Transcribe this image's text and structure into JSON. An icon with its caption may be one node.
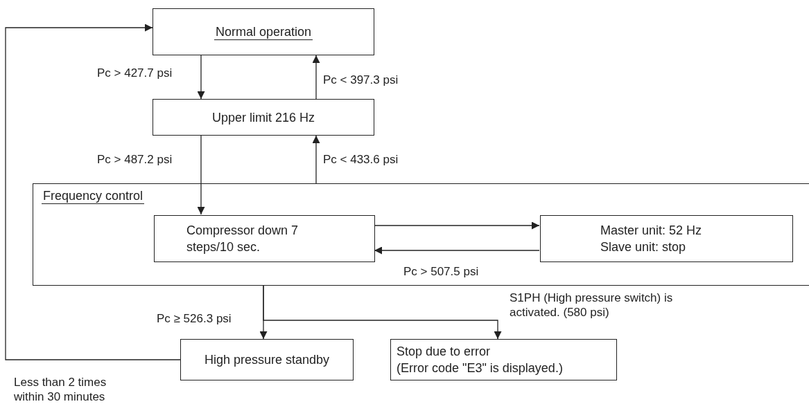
{
  "diagram": {
    "nodes": [
      {
        "text": [
          "Normal operation"
        ]
      },
      {
        "text": [
          "Upper limit 216 Hz"
        ]
      },
      {
        "text": [
          "Frequency control"
        ]
      },
      {
        "text": [
          "Compressor down 7 steps/10 sec."
        ],
        "in": 2
      },
      {
        "text": [
          "Master unit: 52 Hz",
          "Slave unit: stop"
        ],
        "in": 2
      },
      {
        "text": [
          "High pressure standby"
        ]
      },
      {
        "text": [
          "Stop due to error",
          "(Error code \"E3\" is displayed.)"
        ]
      }
    ],
    "edges": [
      {
        "from": 0,
        "to": 1,
        "arrow": "to",
        "label": "Pc > 427.7 psi"
      },
      {
        "from": 1,
        "to": 0,
        "arrow": "to",
        "label": "Pc < 397.3 psi"
      },
      {
        "from": 1,
        "to": 3,
        "arrow": "to",
        "label": "Pc > 487.2 psi"
      },
      {
        "from": 2,
        "to": 1,
        "arrow": "to",
        "label": "Pc < 433.6 psi"
      },
      {
        "from": 3,
        "to": 4,
        "arrow": "to"
      },
      {
        "from": 4,
        "to": 3,
        "arrow": "to",
        "label": "Pc > 507.5 psi"
      },
      {
        "from": 2,
        "to": 5,
        "arrow": "to",
        "label": "Pc ≥ 526.3 psi"
      },
      {
        "from": 2,
        "to": 6,
        "arrow": "to",
        "label": "S1PH (High pressure switch) is activated. (580 psi)"
      },
      {
        "from": 5,
        "to": 0,
        "arrow": "to",
        "label": "Less than 2 times within 30 minutes"
      }
    ]
  }
}
